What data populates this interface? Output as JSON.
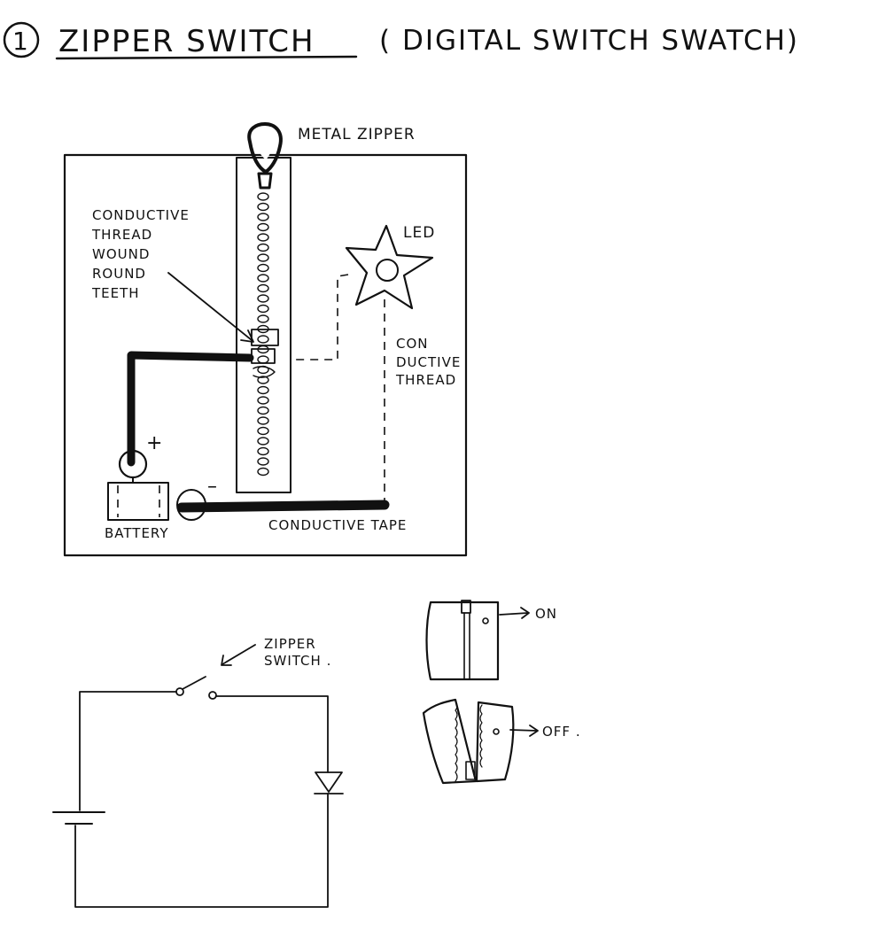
{
  "title": {
    "number": "1",
    "main": "ZIPPER SWITCH",
    "sub": "( DIGITAL SWITCH SWATCH)"
  },
  "swatch": {
    "zipper_label": "METAL ZIPPER",
    "thread_label_lines": [
      "CONDUCTIVE",
      "THREAD",
      "WOUND",
      "ROUND",
      "TEETH"
    ],
    "led_label": "LED",
    "cond_thread_label_lines": [
      "CON",
      "DUCTIVE",
      "THREAD"
    ],
    "plus_sign": "+",
    "minus_sign": "–",
    "battery_label": "BATTERY",
    "tape_label": "CONDUCTIVE TAPE"
  },
  "schematic": {
    "switch_label_lines": [
      "ZIPPER",
      "SWITCH ."
    ]
  },
  "states": {
    "on_label": "ON",
    "off_label": "OFF ."
  },
  "colors": {
    "ink": "#111111",
    "paper": "#ffffff"
  }
}
